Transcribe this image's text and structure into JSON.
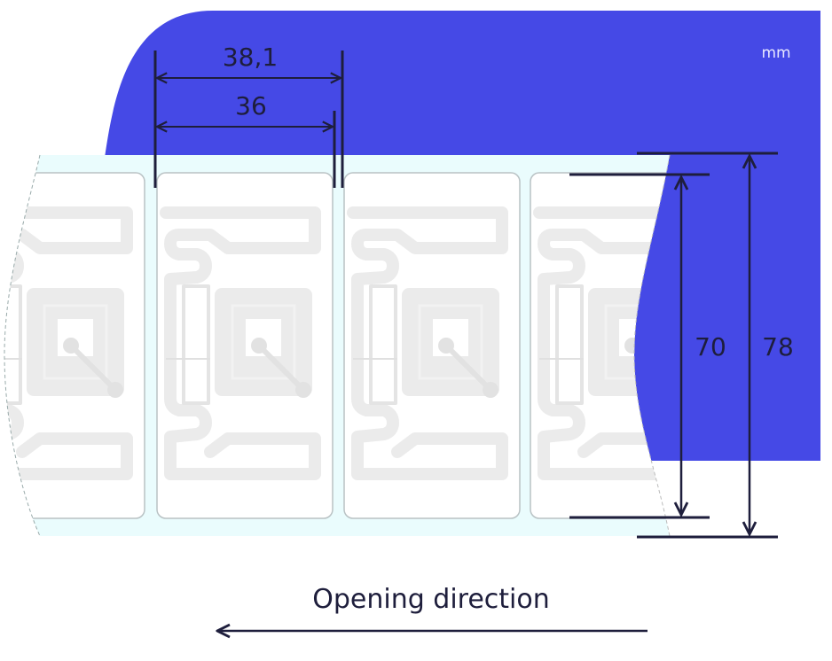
{
  "unit_label": "mm",
  "dimensions": {
    "label_pitch": "38,1",
    "label_width": "36",
    "label_height": "70",
    "liner_width": "78"
  },
  "caption": "Opening direction",
  "colors": {
    "background_panel": "#4549e6",
    "liner": "#eafcfd",
    "label": "#ffffff",
    "antenna": "#ebebeb",
    "dimension_lines": "#1e1e3c"
  }
}
